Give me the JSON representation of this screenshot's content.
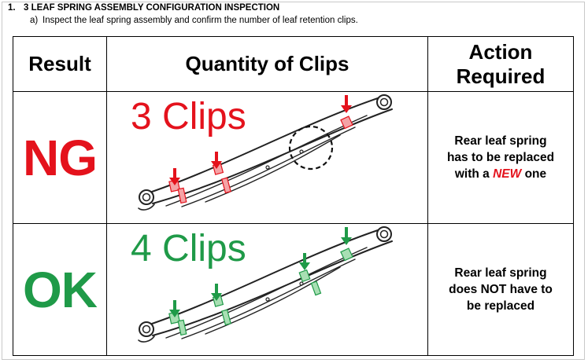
{
  "section": {
    "number": "1.",
    "title": "3 LEAF SPRING ASSEMBLY CONFIGURATION INSPECTION",
    "step_letter": "a)",
    "step_text": "Inspect the leaf spring assembly and confirm the number of leaf retention clips."
  },
  "table": {
    "headers": {
      "result": "Result",
      "quantity": "Quantity of Clips",
      "action_line1": "Action",
      "action_line2": "Required"
    },
    "rows": [
      {
        "result": "NG",
        "clips_label": "3 Clips",
        "action_line1": "Rear leaf spring",
        "action_line2": "has to be replaced",
        "action_line3_pre": "with a ",
        "action_line3_emph": "NEW",
        "action_line3_post": " one"
      },
      {
        "result": "OK",
        "clips_label": "4 Clips",
        "action_line1": "Rear leaf spring",
        "action_line2": "does NOT have to",
        "action_line3": "be replaced"
      }
    ]
  },
  "colors": {
    "ng": "#e4121c",
    "ok": "#1f9a48",
    "clip_ng": "#f4a3a6",
    "clip_ok": "#a8dfb3"
  }
}
